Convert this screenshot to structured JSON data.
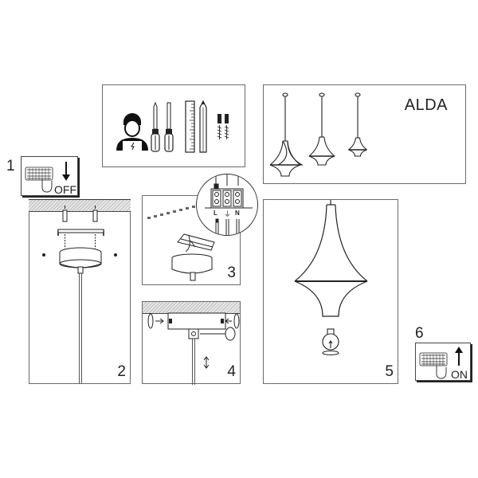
{
  "product": {
    "name": "ALDA"
  },
  "tools_panel": {
    "icons": [
      "electrician-icon",
      "screwdriver-flat-icon",
      "screwdriver-phillips-icon",
      "ruler-icon",
      "pencil-icon",
      "wall-plug-screw-icon"
    ]
  },
  "steps": [
    {
      "number": "1",
      "caption": "OFF",
      "icon": "switch-off-icon",
      "arrow": "down"
    },
    {
      "number": "2",
      "description": "ceiling mount bracket with screws and wall plugs"
    },
    {
      "number": "3",
      "description": "wiring connection",
      "terminals": [
        "L",
        "⏚",
        "N"
      ]
    },
    {
      "number": "4",
      "description": "fix canopy with side screws, adjust cable height"
    },
    {
      "number": "5",
      "description": "fit lamp shade and screw in bulb"
    },
    {
      "number": "6",
      "caption": "ON",
      "icon": "switch-on-icon",
      "arrow": "up"
    }
  ],
  "colors": {
    "line": "#222222",
    "frame": "#6b6b6b",
    "hatch": "#bdbdbd"
  }
}
